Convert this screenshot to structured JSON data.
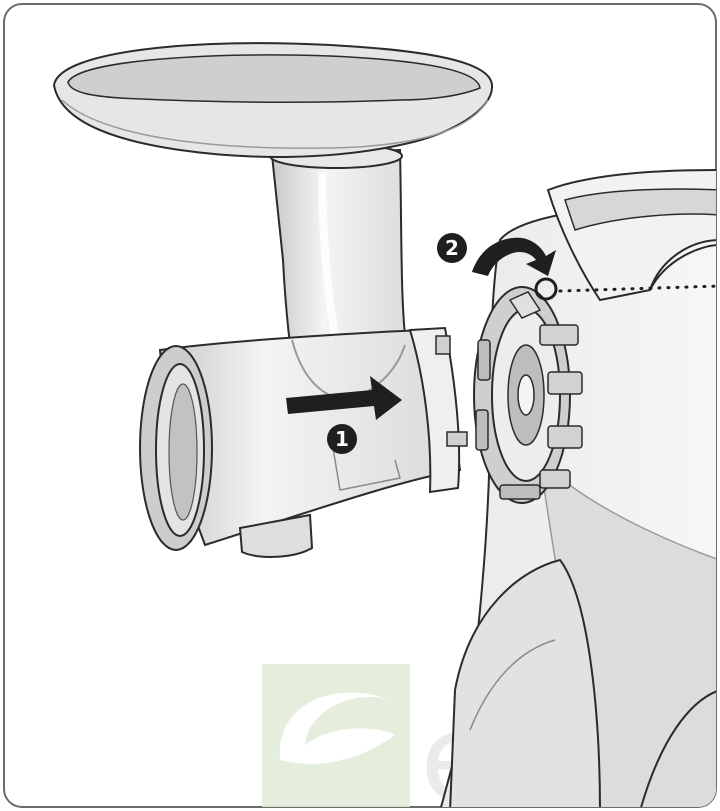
{
  "steps": [
    {
      "number": "1",
      "action": "push-attachment-arrow-icon"
    },
    {
      "number": "2",
      "action": "rotate-clockwise-arrow-icon"
    }
  ],
  "watermark": {
    "text": "eco",
    "color": "#e3edd9"
  },
  "colors": {
    "frame": "#6b6b6b",
    "body_light": "#f1f1f1",
    "body_shade": "#d4d4d4",
    "outline": "#2b2b2b",
    "marker": "#1f1f1f"
  }
}
